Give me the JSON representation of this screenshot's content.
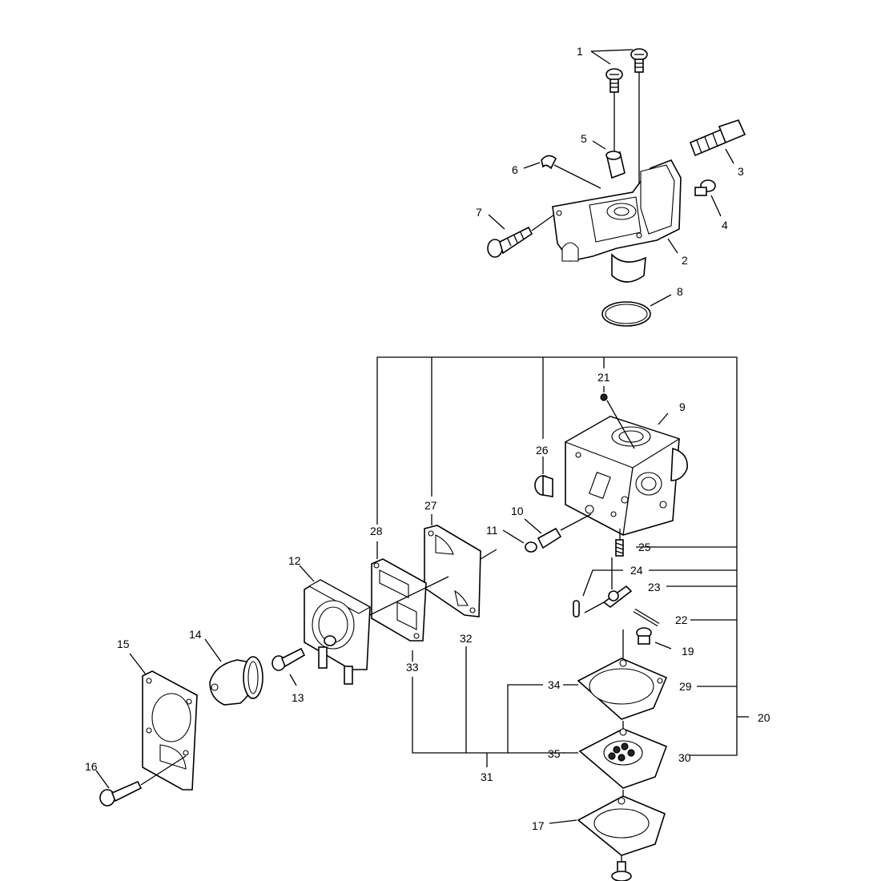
{
  "callouts": {
    "c1": "1",
    "c2": "2",
    "c3": "3",
    "c4": "4",
    "c5": "5",
    "c6": "6",
    "c7": "7",
    "c8": "8",
    "c9": "9",
    "c10": "10",
    "c11": "11",
    "c12": "12",
    "c13": "13",
    "c14": "14",
    "c15": "15",
    "c16": "16",
    "c17": "17",
    "c19": "19",
    "c20": "20",
    "c21": "21",
    "c22": "22",
    "c23": "23",
    "c24": "24",
    "c25": "25",
    "c26": "26",
    "c27": "27",
    "c28": "28",
    "c29": "29",
    "c30": "30",
    "c31": "31",
    "c32": "32",
    "c33": "33",
    "c34": "34",
    "c35": "35"
  }
}
